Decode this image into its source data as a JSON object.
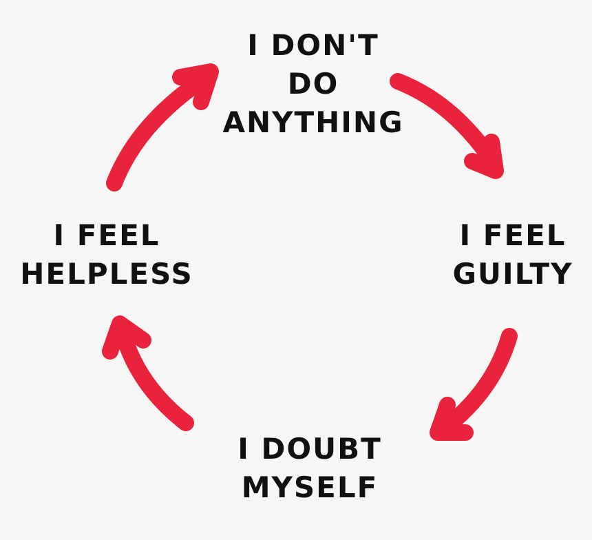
{
  "diagram": {
    "accent_color": "#e8233b",
    "text_color": "#111111",
    "background_color": "#f6f6f6",
    "nodes": {
      "top": {
        "lines": [
          "I DON'T",
          "DO",
          "ANYTHING"
        ]
      },
      "right": {
        "lines": [
          "I FEEL",
          "GUILTY"
        ]
      },
      "bottom": {
        "lines": [
          "I DOUBT",
          "MYSELF"
        ]
      },
      "left": {
        "lines": [
          "I FEEL",
          "HELPLESS"
        ]
      }
    },
    "cycle_order": [
      "top",
      "right",
      "bottom",
      "left"
    ]
  }
}
